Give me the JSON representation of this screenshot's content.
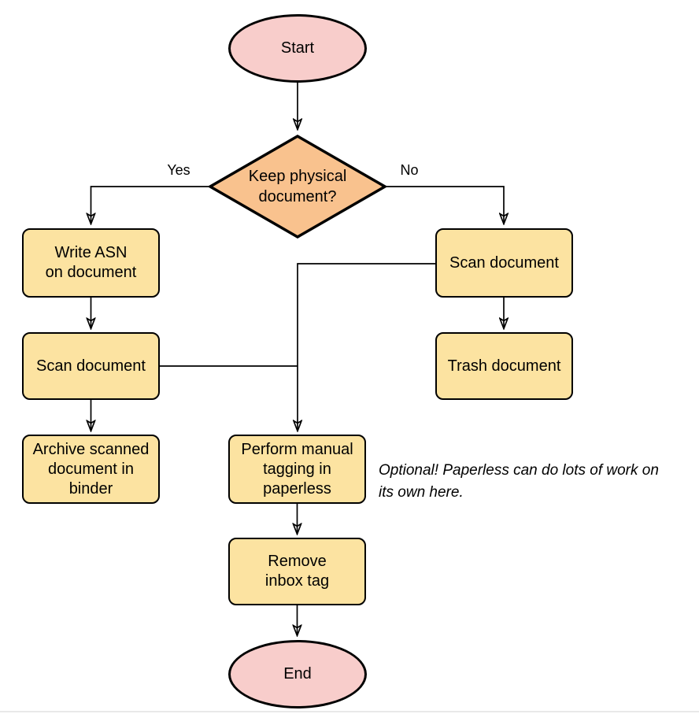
{
  "flowchart": {
    "nodes": {
      "start": {
        "label": "Start",
        "type": "terminator"
      },
      "decision": {
        "label": "Keep physical\ndocument?",
        "type": "decision"
      },
      "write_asn": {
        "label": "Write ASN\non document",
        "type": "process"
      },
      "scan_left": {
        "label": "Scan document",
        "type": "process"
      },
      "archive": {
        "label": "Archive scanned\ndocument in\nbinder",
        "type": "process"
      },
      "scan_right": {
        "label": "Scan document",
        "type": "process"
      },
      "trash": {
        "label": "Trash document",
        "type": "process"
      },
      "tagging": {
        "label": "Perform manual\ntagging in\npaperless",
        "type": "process"
      },
      "remove_inbox": {
        "label": "Remove\ninbox tag",
        "type": "process"
      },
      "end": {
        "label": "End",
        "type": "terminator"
      }
    },
    "edge_labels": {
      "yes": "Yes",
      "no": "No"
    },
    "annotation": "Optional! Paperless can do lots of work on\nits own here.",
    "colors": {
      "terminator_fill": "#F8CDCB",
      "decision_fill": "#F9C28E",
      "process_fill": "#FCE3A1",
      "stroke": "#000000",
      "line": "#000000"
    }
  }
}
